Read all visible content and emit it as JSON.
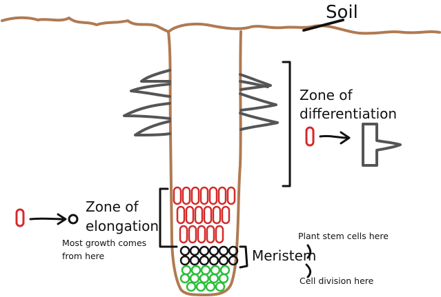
{
  "labels": {
    "soil": "Soil",
    "zone_differentiation_line1": "Zone of",
    "zone_differentiation_line2": "differentiation",
    "zone_elongation_line1": "Zone of",
    "zone_elongation_line2": "elongation",
    "elongation_note_line1": "Most growth comes",
    "elongation_note_line2": "from here",
    "meristem": "Meristem",
    "meristem_note_top": "Plant stem cells here",
    "meristem_note_bottom": "Cell division here"
  },
  "colors": {
    "soil": "#b07a52",
    "root_hair": "#555555",
    "elongating_cell": "#d42a2a",
    "meristem_cell": "#111111",
    "root_cap_cell": "#2bbf3a",
    "bracket": "#111111"
  },
  "cell_groups": {
    "elongation_cells": 18,
    "meristem_cells": 12,
    "root_cap_cells": 15
  }
}
